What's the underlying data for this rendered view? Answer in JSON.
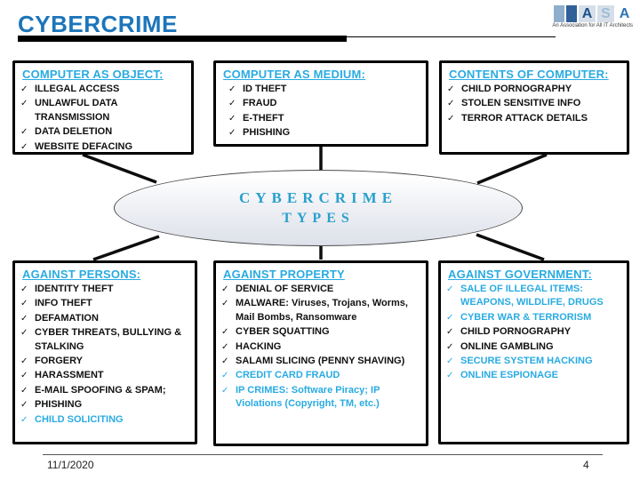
{
  "title": "CYBERCRIME",
  "check_glyph": "✓",
  "colors": {
    "accent_cyan": "#29ABE2",
    "title_blue": "#1C75BB",
    "text_black": "#111111",
    "ellipse_text": "#2AA0CE"
  },
  "logo": {
    "letters": {
      "a1": "A",
      "s": "S",
      "a2": "A"
    },
    "tagline": "An Association for All IT Architects"
  },
  "center_ellipse": {
    "line1": "CYBERCRIME",
    "line2": "TYPES"
  },
  "boxes": [
    {
      "title": "COMPUTER AS OBJECT:",
      "items": [
        {
          "text": "ILLEGAL ACCESS",
          "accent": false
        },
        {
          "text": "UNLAWFUL DATA TRANSMISSION",
          "accent": false
        },
        {
          "text": "DATA DELETION",
          "accent": false
        },
        {
          "text": "WEBSITE DEFACING",
          "accent": false
        }
      ]
    },
    {
      "title": "COMPUTER AS MEDIUM:",
      "items": [
        {
          "text": "ID THEFT",
          "accent": false
        },
        {
          "text": "FRAUD",
          "accent": false
        },
        {
          "text": "E-THEFT",
          "accent": false
        },
        {
          "text": "PHISHING",
          "accent": false
        }
      ]
    },
    {
      "title": "CONTENTS OF COMPUTER:",
      "items": [
        {
          "text": "CHILD PORNOGRAPHY",
          "accent": false
        },
        {
          "text": "STOLEN SENSITIVE INFO",
          "accent": false
        },
        {
          "text": "TERROR ATTACK DETAILS",
          "accent": false
        }
      ]
    },
    {
      "title": "AGAINST PERSONS:",
      "items": [
        {
          "text": "IDENTITY THEFT",
          "accent": false
        },
        {
          "text": "INFO THEFT",
          "accent": false
        },
        {
          "text": "DEFAMATION",
          "accent": false
        },
        {
          "text": "CYBER THREATS, BULLYING & STALKING",
          "accent": false
        },
        {
          "text": "FORGERY",
          "accent": false
        },
        {
          "text": "HARASSMENT",
          "accent": false
        },
        {
          "text": "E-MAIL SPOOFING & SPAM;",
          "accent": false
        },
        {
          "text": "PHISHING",
          "accent": false
        },
        {
          "text": "CHILD SOLICITING",
          "accent": true
        }
      ]
    },
    {
      "title": "AGAINST PROPERTY",
      "items": [
        {
          "text": "DENIAL OF SERVICE",
          "accent": false
        },
        {
          "text": "MALWARE: Viruses, Trojans, Worms, Mail Bombs, Ransomware",
          "accent": false
        },
        {
          "text": "CYBER SQUATTING",
          "accent": false
        },
        {
          "text": "HACKING",
          "accent": false
        },
        {
          "text": "SALAMI SLICING (PENNY SHAVING)",
          "accent": false
        },
        {
          "text": "CREDIT CARD  FRAUD",
          "accent": true
        },
        {
          "text": "IP CRIMES: Software Piracy; IP Violations (Copyright, TM, etc.)",
          "accent": true
        }
      ]
    },
    {
      "title": "AGAINST GOVERNMENT:",
      "items": [
        {
          "text": "SALE OF ILLEGAL ITEMS: WEAPONS, WILDLIFE, DRUGS",
          "accent": true
        },
        {
          "text": "CYBER WAR & TERRORISM",
          "accent": true
        },
        {
          "text": "CHILD PORNOGRAPHY",
          "accent": false
        },
        {
          "text": "ONLINE GAMBLING",
          "accent": false
        },
        {
          "text": "SECURE SYSTEM HACKING",
          "accent": true
        },
        {
          "text": "ONLINE ESPIONAGE",
          "accent": true
        }
      ]
    }
  ],
  "footer": {
    "date": "11/1/2020",
    "page": "4"
  }
}
